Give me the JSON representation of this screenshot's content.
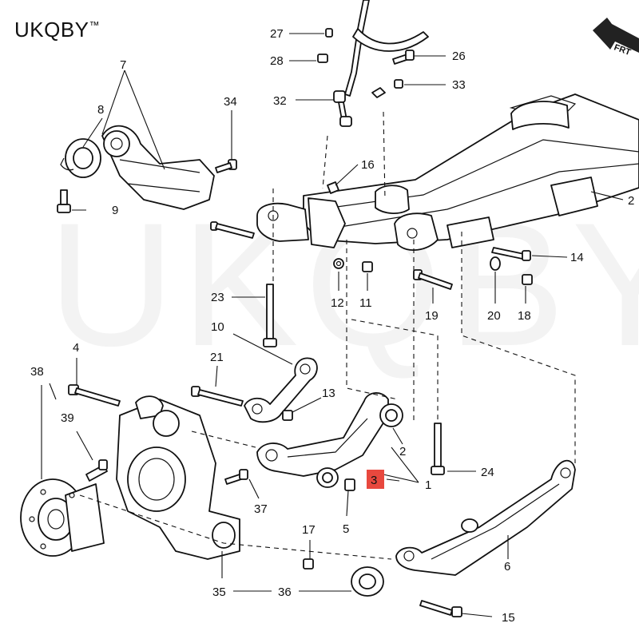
{
  "brand": {
    "name": "UKQBY",
    "mark": "™"
  },
  "watermark": "UKQBY™",
  "front_arrow_label": "FRT",
  "highlight": {
    "callout": "3",
    "color": "#e8483e"
  },
  "callouts": [
    {
      "id": "c1",
      "label": "1"
    },
    {
      "id": "c2",
      "label": "2"
    },
    {
      "id": "c3",
      "label": "3"
    },
    {
      "id": "c4",
      "label": "4"
    },
    {
      "id": "c5",
      "label": "5"
    },
    {
      "id": "c6",
      "label": "6"
    },
    {
      "id": "c7",
      "label": "7"
    },
    {
      "id": "c8",
      "label": "8"
    },
    {
      "id": "c9",
      "label": "9"
    },
    {
      "id": "c10",
      "label": "10"
    },
    {
      "id": "c11",
      "label": "11"
    },
    {
      "id": "c12",
      "label": "12"
    },
    {
      "id": "c13",
      "label": "13"
    },
    {
      "id": "c14",
      "label": "14"
    },
    {
      "id": "c15",
      "label": "15"
    },
    {
      "id": "c16",
      "label": "16"
    },
    {
      "id": "c17",
      "label": "17"
    },
    {
      "id": "c18",
      "label": "18"
    },
    {
      "id": "c19",
      "label": "19"
    },
    {
      "id": "c20",
      "label": "20"
    },
    {
      "id": "c21",
      "label": "21"
    },
    {
      "id": "c22",
      "label": "2"
    },
    {
      "id": "c23",
      "label": "23"
    },
    {
      "id": "c24",
      "label": "24"
    },
    {
      "id": "c26",
      "label": "26"
    },
    {
      "id": "c27",
      "label": "27"
    },
    {
      "id": "c28",
      "label": "28"
    },
    {
      "id": "c32",
      "label": "32"
    },
    {
      "id": "c33",
      "label": "33"
    },
    {
      "id": "c34",
      "label": "34"
    },
    {
      "id": "c35",
      "label": "35"
    },
    {
      "id": "c36",
      "label": "36"
    },
    {
      "id": "c37",
      "label": "37"
    },
    {
      "id": "c38",
      "label": "38"
    },
    {
      "id": "c39",
      "label": "39"
    }
  ]
}
